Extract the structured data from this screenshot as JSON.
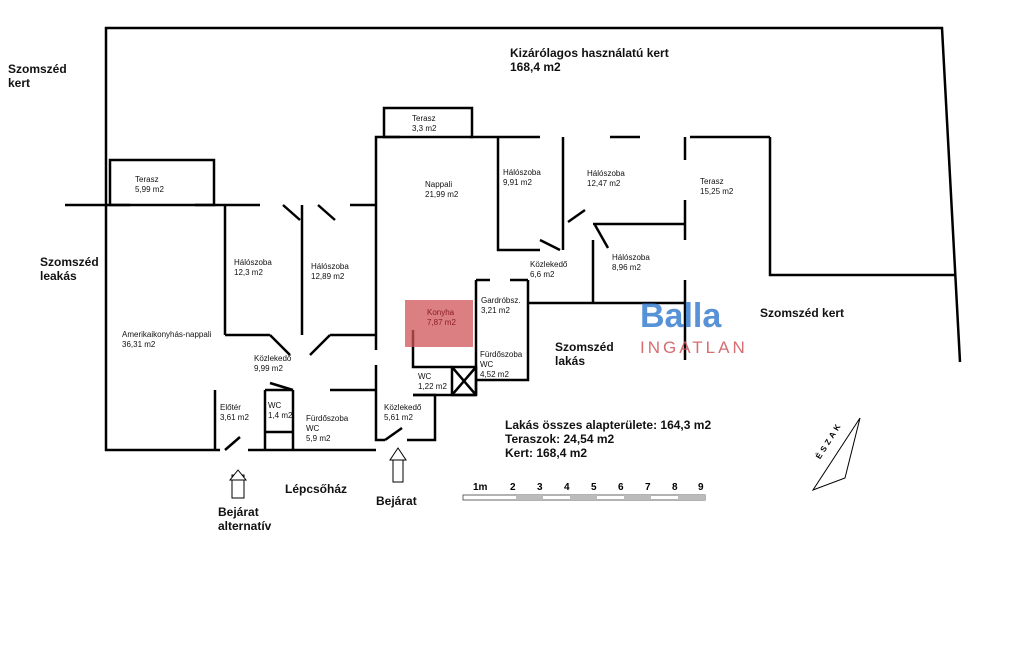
{
  "outside": {
    "garden_title": "Kizárólagos használatú kert",
    "garden_area": "168,4 m2",
    "neighbor_garden_left": "Szomszéd kert",
    "neighbor_flat_left": "Szomszéd leakás",
    "neighbor_garden_right": "Szomszéd kert",
    "neighbor_flat_right": "Szomszéd lakás",
    "staircase": "Lépcsőház",
    "entrance": "Bejárat",
    "entrance_alt": "Bejárat alternatív"
  },
  "rooms": [
    {
      "name": "Terasz",
      "area": "5,99 m2"
    },
    {
      "name": "Terasz",
      "area": "3,3 m2"
    },
    {
      "name": "Nappali",
      "area": "21,99 m2"
    },
    {
      "name": "Hálószoba",
      "area": "9,91 m2"
    },
    {
      "name": "Hálószoba",
      "area": "12,47 m2"
    },
    {
      "name": "Terasz",
      "area": "15,25 m2"
    },
    {
      "name": "Hálószoba",
      "area": "12,3 m2"
    },
    {
      "name": "Hálószoba",
      "area": "12,89 m2"
    },
    {
      "name": "Közlekedő",
      "area": "6,6 m2"
    },
    {
      "name": "Hálószoba",
      "area": "8,96 m2"
    },
    {
      "name": "Gardróbsz.",
      "area": "3,21 m2"
    },
    {
      "name": "Konyha",
      "area": "7,87 m2"
    },
    {
      "name": "Amerikaikonyhás-nappali",
      "area": "36,31 m2"
    },
    {
      "name": "Közlekedő",
      "area": "9,99 m2"
    },
    {
      "name": "Fürdőszoba WC",
      "area": "4,52 m2"
    },
    {
      "name": "WC",
      "area": "1,22 m2"
    },
    {
      "name": "Előtér",
      "area": "3,61 m2"
    },
    {
      "name": "WC",
      "area": "1,4 m2"
    },
    {
      "name": "Fürdőszoba WC",
      "area": "5,9 m2"
    },
    {
      "name": "Közlekedő",
      "area": "5,61 m2"
    }
  ],
  "summary": {
    "total": "Lakás összes alapterülete: 164,3 m2",
    "terraces": "Teraszok: 24,54 m2",
    "garden": "Kert: 168,4 m2"
  },
  "scale": {
    "labels": [
      "1m",
      "2",
      "3",
      "4",
      "5",
      "6",
      "7",
      "8",
      "9"
    ]
  },
  "north": "ÉSZAK",
  "logo": {
    "brand": "Balla",
    "sub": "INGATLAN",
    "blue": "#3b7fd0",
    "red": "#d0545a"
  }
}
